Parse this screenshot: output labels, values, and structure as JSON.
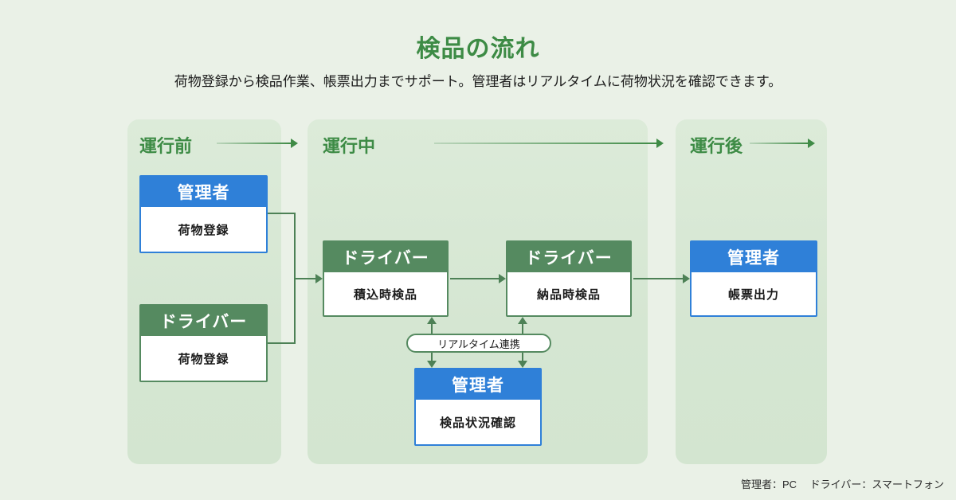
{
  "page": {
    "title": "検品の流れ",
    "subtitle": "荷物登録から検品作業、帳票出力までサポート。管理者はリアルタイムに荷物状況を確認できます。",
    "footnote": "管理者：PC　 ドライバー：スマートフォン"
  },
  "lanes": [
    {
      "label": "運行前"
    },
    {
      "label": "運行中"
    },
    {
      "label": "運行後"
    }
  ],
  "boxes": [
    {
      "role": "管理者",
      "task": "荷物登録",
      "variant": "manager",
      "lane": "運行前"
    },
    {
      "role": "ドライバー",
      "task": "荷物登録",
      "variant": "driver",
      "lane": "運行前"
    },
    {
      "role": "ドライバー",
      "task": "積込時検品",
      "variant": "driver",
      "lane": "運行中"
    },
    {
      "role": "ドライバー",
      "task": "納品時検品",
      "variant": "driver",
      "lane": "運行中"
    },
    {
      "role": "管理者",
      "task": "検品状況確認",
      "variant": "manager",
      "lane": "運行中"
    },
    {
      "role": "管理者",
      "task": "帳票出力",
      "variant": "manager",
      "lane": "運行後"
    }
  ],
  "connector": {
    "realtime_label": "リアルタイム連携"
  },
  "colors": {
    "page_background": "#eaf1e7",
    "lane_background": "#d6e7d3",
    "accent_green": "#3d8b45",
    "manager_blue": "#2f80d8",
    "driver_green": "#558a60",
    "connector_green": "#4d8156",
    "body_text": "#1b1b1b"
  }
}
